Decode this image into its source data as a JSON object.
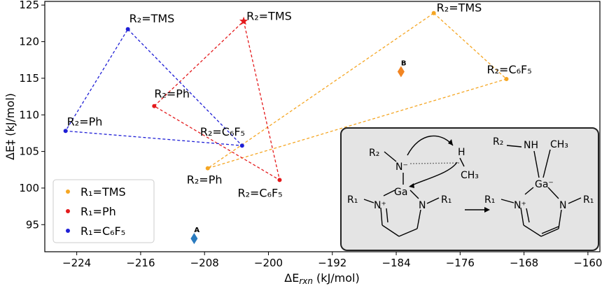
{
  "chart_data": {
    "type": "scatter",
    "xlabel": "ΔE_rxn (kJ/mol)",
    "xlabel_main": "ΔE",
    "xlabel_sub": "rxn",
    "xlabel_unit": " (kJ/mol)",
    "ylabel": "ΔE‡ (kJ/mol)",
    "xlim": [
      -228,
      -158.5
    ],
    "ylim": [
      91.3,
      125.5
    ],
    "xticks": [
      -224,
      -216,
      -208,
      -200,
      -192,
      -184,
      -176,
      -168,
      -160
    ],
    "yticks": [
      95,
      100,
      105,
      110,
      115,
      120,
      125
    ],
    "xtick_labels": [
      "−224",
      "−216",
      "−208",
      "−200",
      "−192",
      "−184",
      "−176",
      "−168",
      "−160"
    ],
    "ytick_labels": [
      "95",
      "100",
      "105",
      "110",
      "115",
      "120",
      "125"
    ],
    "grid": false,
    "legend_position": "lower-left",
    "series": [
      {
        "name": "R₁=TMS",
        "legend_label": "R₁=TMS",
        "color": "#f5a623",
        "points": [
          {
            "label": "R₂=TMS",
            "x": -179.3,
            "y": 123.9,
            "marker": "circle"
          },
          {
            "label": "R₂=C₆F₅",
            "x": -170.2,
            "y": 114.9,
            "marker": "circle"
          },
          {
            "label": "R₂=Ph",
            "x": -207.6,
            "y": 102.7,
            "marker": "circle"
          }
        ]
      },
      {
        "name": "R₁=Ph",
        "legend_label": "R₁=Ph",
        "color": "#e41a1c",
        "points": [
          {
            "label": "R₂=TMS",
            "x": -203.1,
            "y": 122.8,
            "marker": "star"
          },
          {
            "label": "R₂=C₆F₅",
            "x": -198.6,
            "y": 101.1,
            "marker": "circle"
          },
          {
            "label": "R₂=Ph",
            "x": -214.3,
            "y": 111.2,
            "marker": "circle"
          }
        ]
      },
      {
        "name": "R₁=C₆F₅",
        "legend_label": "R₁=C₆F₅",
        "color": "#1f1fd6",
        "points": [
          {
            "label": "R₂=TMS",
            "x": -217.6,
            "y": 121.7,
            "marker": "circle"
          },
          {
            "label": "R₂=C₆F₅",
            "x": -203.3,
            "y": 105.8,
            "marker": "circle"
          },
          {
            "label": "R₂=Ph",
            "x": -225.4,
            "y": 107.8,
            "marker": "circle"
          }
        ]
      }
    ],
    "extra_points": [
      {
        "label": "A",
        "x": -209.3,
        "y": 93.1,
        "color": "#2a7bbf",
        "marker": "diamond"
      },
      {
        "label": "B",
        "x": -183.4,
        "y": 115.9,
        "color": "#f28522",
        "marker": "diamond"
      }
    ],
    "inset": {
      "left_labels": [
        "R₂",
        "N⁻",
        "H",
        "CH₃",
        "Ga",
        "R₁",
        "N⁺",
        "N",
        "R₁"
      ],
      "right_labels": [
        "R₂",
        "NH",
        "CH₃",
        "Ga⁻",
        "R₁",
        "N⁺",
        "N",
        "R₁"
      ]
    }
  }
}
